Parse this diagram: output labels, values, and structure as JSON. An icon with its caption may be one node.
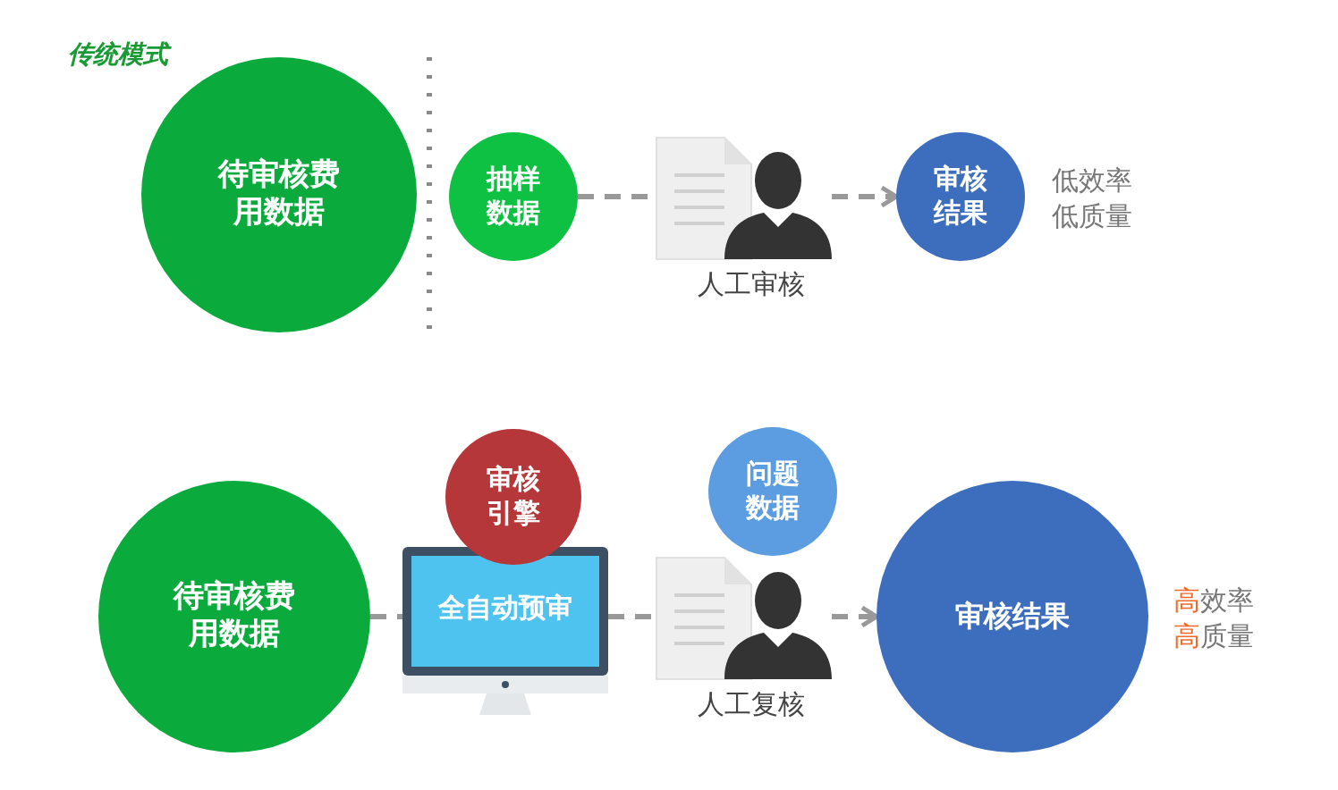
{
  "diagram": {
    "nodes": [
      {
        "text": [
          "待审核费用数据"
        ]
      },
      {
        "text": [
          "抽样数据"
        ]
      },
      {
        "text": [
          "人工审核"
        ]
      },
      {
        "text": [
          "审核结果"
        ],
        "beside": [
          "低效率",
          "低质量"
        ]
      },
      {
        "text": [
          "待审核费用数据"
        ]
      },
      {
        "text": [
          "全自动预审"
        ]
      },
      {
        "text": [
          "审核引擎"
        ]
      },
      {
        "text": [
          "人工复核"
        ]
      },
      {
        "text": [
          "问题数据"
        ]
      },
      {
        "text": [
          "审核结果"
        ],
        "beside": [
          "高效率",
          "高质量"
        ]
      }
    ],
    "edges": [
      {
        "from": 1,
        "to": 2,
        "arrow": "none",
        "style": "dashed"
      },
      {
        "from": 2,
        "to": 3,
        "arrow": "to",
        "style": "dashed"
      },
      {
        "from": 4,
        "to": 5,
        "arrow": "none",
        "style": "dashed"
      },
      {
        "from": 5,
        "to": 7,
        "arrow": "none",
        "style": "dashed"
      },
      {
        "from": 7,
        "to": 9,
        "arrow": "to",
        "style": "dashed"
      }
    ],
    "labels": [
      "传统模式"
    ]
  }
}
